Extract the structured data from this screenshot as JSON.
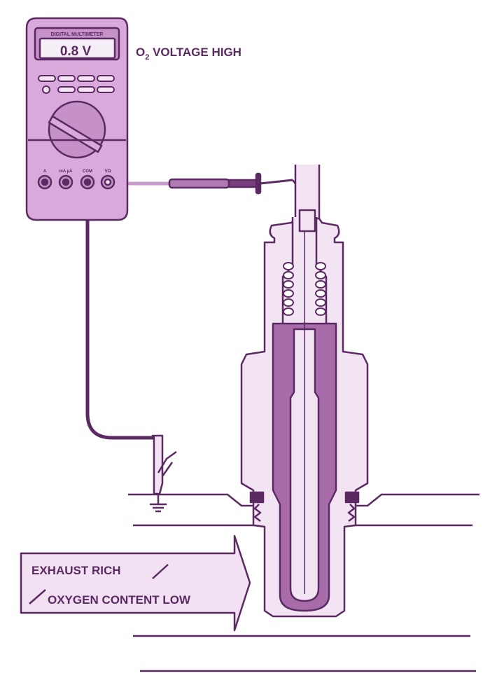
{
  "colors": {
    "outline": "#5b2a63",
    "light": "#f3e4f4",
    "body": "#d9a9dc",
    "dark": "#a86cab",
    "lcd": "#f6eef7"
  },
  "multimeter": {
    "brand": "DIGITAL MULTIMETER",
    "reading": "0.8 V",
    "jacks": {
      "a": "A",
      "ma": "mA µA",
      "com": "COM",
      "v": "VΩ"
    }
  },
  "labels": {
    "o2_main": "O",
    "o2_sub": "2",
    "o2_rest": " VOLTAGE HIGH",
    "exhaust": "EXHAUST RICH",
    "oxygen": "OXYGEN CONTENT LOW"
  }
}
